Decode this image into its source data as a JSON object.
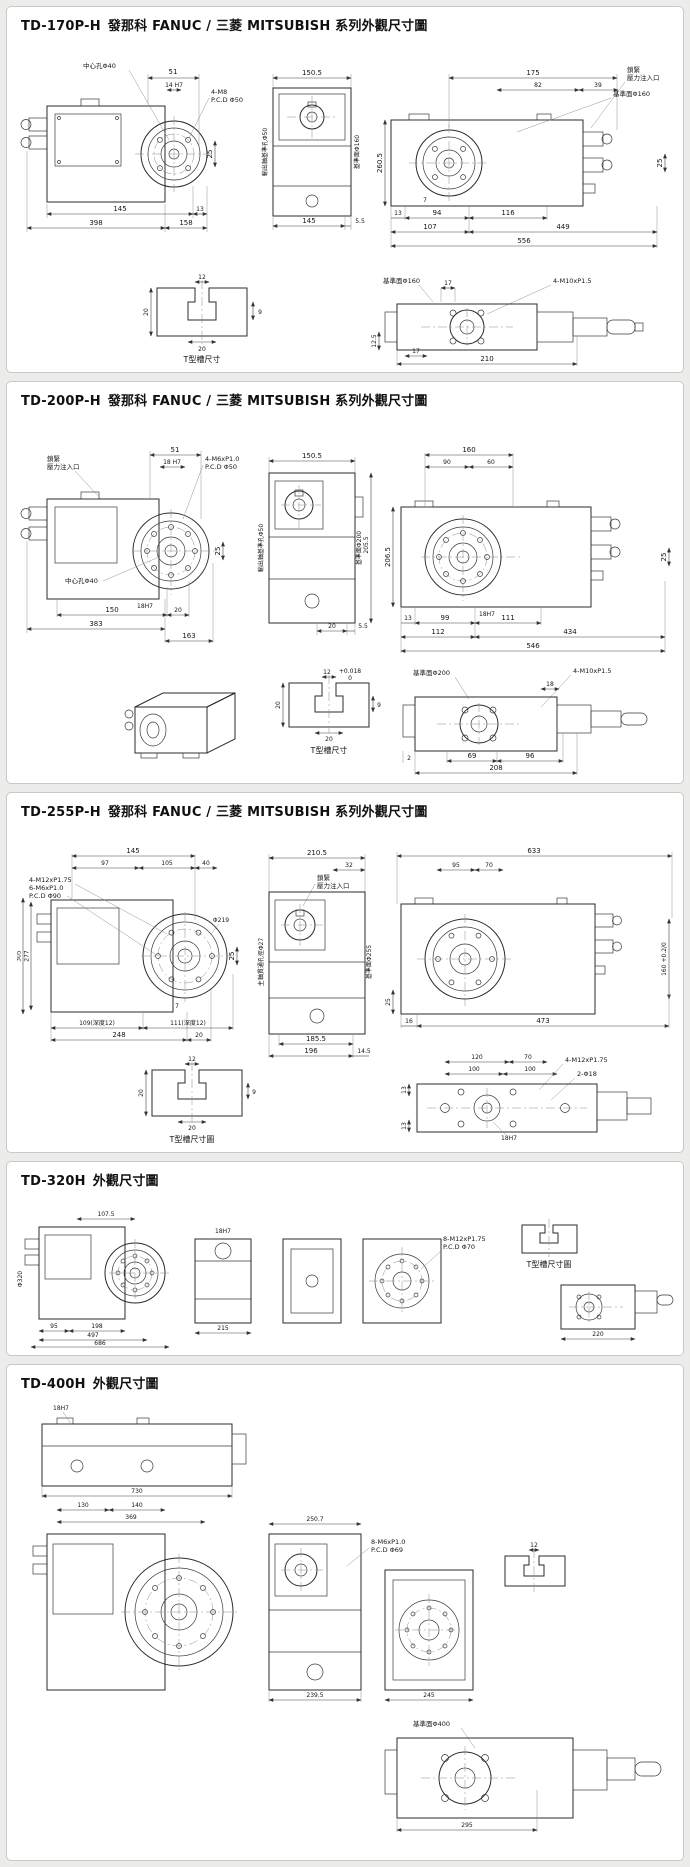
{
  "page": {
    "background": "#ececea",
    "panel_background": "#ffffff",
    "border_color": "#c9c9c7",
    "line_color": "#2b2b2b"
  },
  "panels": [
    {
      "model": "TD-170P-H",
      "subtitle": "發那科 FANUC / 三菱 MITSUBISH 系列外觀尺寸圖",
      "v1": {
        "w51": "51",
        "w14": "14 H7",
        "hole": "中心孔Φ40",
        "boltA": "4-M8",
        "boltB": "P.C.D Φ50",
        "h25": "25",
        "b145": "145",
        "b13": "13",
        "b398": "398",
        "b158": "158"
      },
      "v2": {
        "t150": "150.5",
        "rotA": "輸出軸基準孔Φ50",
        "rotB": "基準面Φ160",
        "b145": "145",
        "b55": "5.5"
      },
      "v3": {
        "t175": "175",
        "t82": "82",
        "t39": "39",
        "lockA": "鎖緊",
        "lockB": "壓力注入口",
        "datum": "基準面Φ160",
        "v260": "260.5",
        "s7": "7",
        "b13": "13",
        "b94": "94",
        "b116": "116",
        "b107": "107",
        "b449": "449",
        "b556": "556",
        "h25": "25"
      },
      "d1": {
        "t12": "12",
        "l20": "20",
        "r9": "9",
        "b20": "20",
        "cap": "T型槽尺寸"
      },
      "d2": {
        "datum": "基準面Φ160",
        "t17": "17",
        "bolts": "4-M10xP1.5",
        "v125": "12.5",
        "b17": "17",
        "b210": "210"
      }
    },
    {
      "model": "TD-200P-H",
      "subtitle": "發那科 FANUC / 三菱 MITSUBISH 系列外觀尺寸圖",
      "v1": {
        "w51": "51",
        "w18": "18 H7",
        "boltA": "4-M6xP1.0",
        "boltB": "P.C.D Φ50",
        "lockA": "鎖緊",
        "lockB": "壓力注入口",
        "hole": "中心孔Φ40",
        "k18": "18H7",
        "h25": "25",
        "b150": "150",
        "b20": "20",
        "b383": "383",
        "b163": "163"
      },
      "v2": {
        "t150": "150.5",
        "rotA": "輸出軸基準孔Φ50",
        "rotB": "基準面Φ200",
        "v205": "205.5",
        "b20": "20",
        "b55": "5.5"
      },
      "v3": {
        "t160": "160",
        "t90": "90",
        "t60": "60",
        "v206": "206.5",
        "k18": "18H7",
        "h25": "25",
        "b13": "13",
        "b99": "99",
        "b111": "111",
        "b112": "112",
        "b434": "434",
        "b546": "546"
      },
      "d1": {
        "t12": "12",
        "tolA": "+0.018",
        "tolB": "0",
        "l20": "20",
        "r9": "9",
        "b20": "20",
        "cap": "T型槽尺寸"
      },
      "d2": {
        "datum": "基準面Φ200",
        "bolts": "4-M10xP1.5",
        "t18": "18",
        "l2": "2",
        "b69": "69",
        "b96": "96",
        "b208": "208"
      }
    },
    {
      "model": "TD-255P-H",
      "subtitle": "發那科 FANUC / 三菱 MITSUBISH 系列外觀尺寸圖",
      "v1": {
        "t145": "145",
        "t97": "97",
        "t105": "105",
        "t40": "40",
        "boltA": "4-M12xP1.75",
        "boltB": "6-M6xP1.0",
        "boltC": "P.C.D Φ90",
        "d219": "Φ219",
        "v277": "277",
        "v305": "305",
        "h25": "25",
        "s7": "7",
        "b109": "109(深度12)",
        "b111": "111(深度12)",
        "b248": "248",
        "b20": "20"
      },
      "v2": {
        "t210": "210.5",
        "t32": "32",
        "lockA": "鎖緊",
        "lockB": "壓力注入口",
        "rotA": "主軸貫通孔徑Φ27",
        "rotB": "基準面Φ255",
        "b185": "185.5",
        "b196": "196",
        "b145": "14.5"
      },
      "v3": {
        "t633": "633",
        "t95": "95",
        "t70": "70",
        "r160": "160 +0.2/0",
        "l25": "25",
        "b16": "16",
        "b473": "473"
      },
      "d1": {
        "t12": "12",
        "l20": "20",
        "r9": "9",
        "b20": "20",
        "cap": "T型槽尺寸圖"
      },
      "d2": {
        "t120": "120",
        "t70": "70",
        "tA100": "100",
        "tB100": "100",
        "bolts": "4-M12xP1.75",
        "holes": "2-Φ18",
        "l13a": "13",
        "l13b": "13",
        "k18": "18H7"
      }
    },
    {
      "model": "TD-320H",
      "subtitle": "外觀尺寸圖",
      "v1": {
        "t107": "107.5",
        "d320": "Φ320",
        "b95": "95",
        "b198": "198",
        "b497": "497",
        "b686": "686"
      },
      "v2": {
        "k18": "18H7",
        "b215": "215"
      },
      "v4": {
        "boltA": "8-M12xP1.75",
        "boltB": "P.C.D Φ70"
      },
      "d1": {
        "cap": "T型槽尺寸圖"
      },
      "d2": {
        "b220": "220"
      }
    },
    {
      "model": "TD-400H",
      "subtitle": "外觀尺寸圖",
      "v1": {
        "k18": "18H7",
        "b730": "730"
      },
      "v2": {
        "t130": "130",
        "t140": "140",
        "t369": "369"
      },
      "v3": {
        "t250": "250.7",
        "b239": "239.5"
      },
      "lbl": {
        "boltA": "8-M6xP1.0",
        "boltB": "P.C.D Φ69"
      },
      "v4": {
        "b245": "245"
      },
      "d1": {
        "t12": "12"
      },
      "d2": {
        "datum": "基準面Φ400",
        "b295": "295"
      }
    }
  ]
}
